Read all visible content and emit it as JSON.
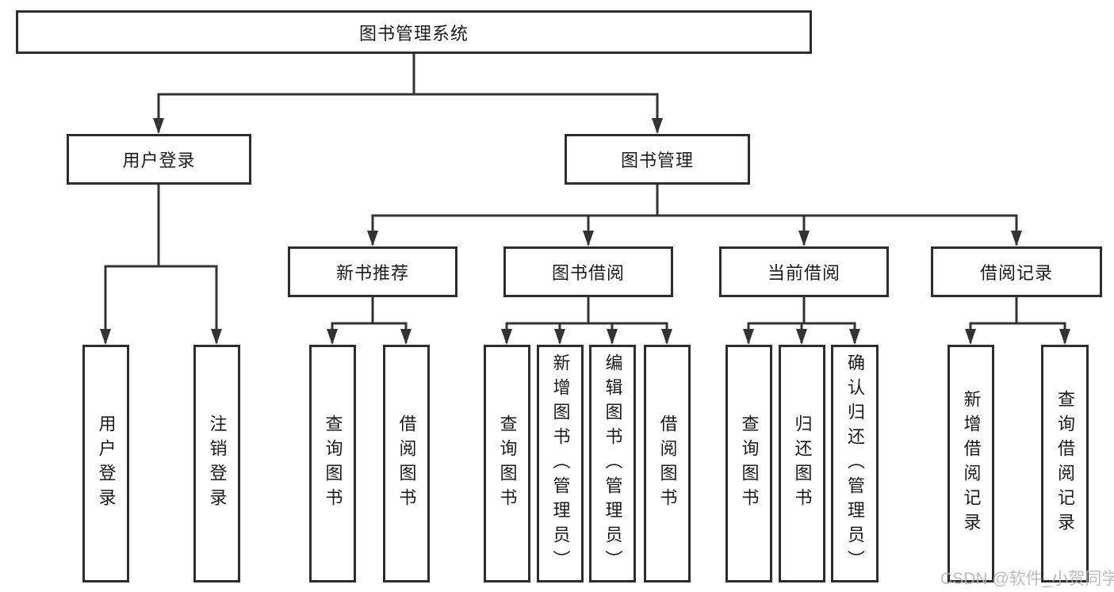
{
  "tree": {
    "root": {
      "label": "图书管理系统"
    },
    "branches": [
      {
        "label": "用户登录",
        "children": [
          {
            "label": "用户登录"
          },
          {
            "label": "注销登录"
          }
        ]
      },
      {
        "label": "图书管理",
        "children": [
          {
            "label": "新书推荐",
            "children": [
              {
                "label": "查询图书"
              },
              {
                "label": "借阅图书"
              }
            ]
          },
          {
            "label": "图书借阅",
            "children": [
              {
                "label": "查询图书"
              },
              {
                "label": "新增图书（管理员）"
              },
              {
                "label": "编辑图书（管理员）"
              },
              {
                "label": "借阅图书"
              }
            ]
          },
          {
            "label": "当前借阅",
            "children": [
              {
                "label": "查询图书"
              },
              {
                "label": "归还图书"
              },
              {
                "label": "确认归还（管理员）"
              }
            ]
          },
          {
            "label": "借阅记录",
            "children": [
              {
                "label": "新增借阅记录"
              },
              {
                "label": "查询借阅记录"
              }
            ]
          }
        ]
      }
    ]
  },
  "watermark": {
    "text": "CSDN @软件_小贺同学"
  },
  "colors": {
    "line": "#333333",
    "box_border": "#2d2d2d",
    "text": "#1b1b1b",
    "watermark": "#b5b5b5",
    "background": "#ffffff"
  }
}
